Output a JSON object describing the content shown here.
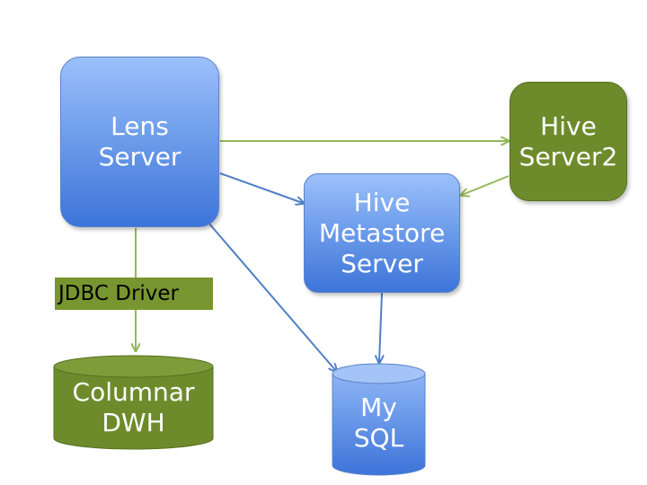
{
  "nodes": {
    "lens_server": {
      "line1": "Lens",
      "line2": "Server"
    },
    "hive_server2": {
      "line1": "Hive",
      "line2": "Server2"
    },
    "metastore": {
      "line1": "Hive",
      "line2": "Metastore",
      "line3": "Server"
    },
    "columnar_dwh": {
      "line1": "Columnar",
      "line2": "DWH"
    },
    "mysql": {
      "line1": "My",
      "line2": "SQL"
    }
  },
  "edge_labels": {
    "jdbc_driver": "JDBC Driver"
  },
  "colors": {
    "blue_node": "#6f9eeb",
    "green_node": "#6e8b2c",
    "green_edge": "#95b75b",
    "blue_edge": "#4f7fc6"
  }
}
